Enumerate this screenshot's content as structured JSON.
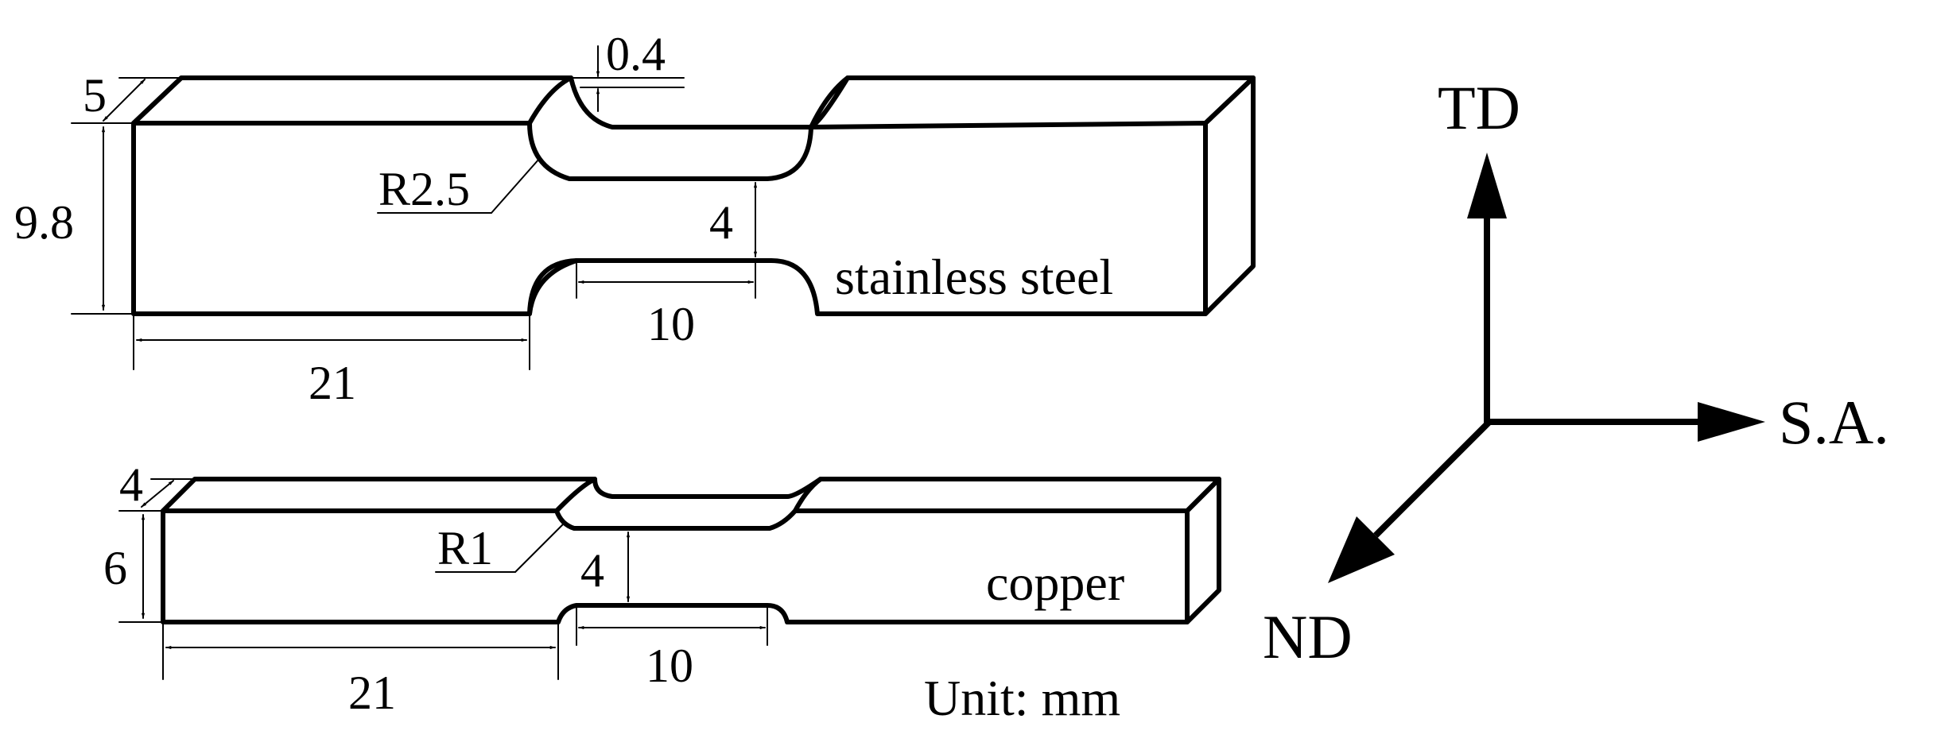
{
  "stainless_steel": {
    "name": "stainless steel",
    "dim_thickness": "5",
    "dim_height": "9.8",
    "dim_step": "0.4",
    "dim_radius": "R2.5",
    "dim_gauge_width": "4",
    "dim_grip_length": "21",
    "dim_gauge_length": "10"
  },
  "copper": {
    "name": "copper",
    "dim_thickness": "4",
    "dim_height": "6",
    "dim_radius": "R1",
    "dim_gauge_width": "4",
    "dim_grip_length": "21",
    "dim_gauge_length": "10"
  },
  "unit_label": "Unit: mm",
  "axes": {
    "td": "TD",
    "sa": "S.A.",
    "nd": "ND"
  }
}
